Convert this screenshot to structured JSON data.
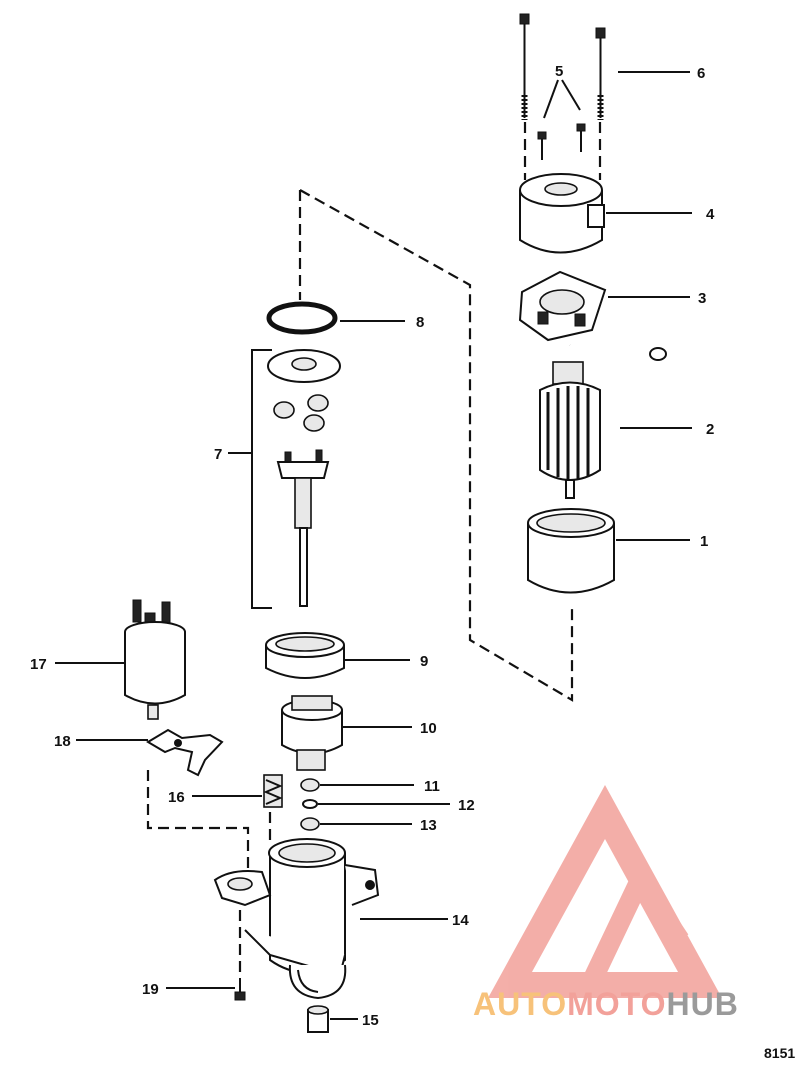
{
  "diagram": {
    "callouts": [
      {
        "id": "c1",
        "label": "1"
      },
      {
        "id": "c2",
        "label": "2"
      },
      {
        "id": "c3",
        "label": "3"
      },
      {
        "id": "c4",
        "label": "4"
      },
      {
        "id": "c5",
        "label": "5"
      },
      {
        "id": "c6",
        "label": "6"
      },
      {
        "id": "c7",
        "label": "7"
      },
      {
        "id": "c8",
        "label": "8"
      },
      {
        "id": "c9",
        "label": "9"
      },
      {
        "id": "c10",
        "label": "10"
      },
      {
        "id": "c11",
        "label": "11"
      },
      {
        "id": "c12",
        "label": "12"
      },
      {
        "id": "c13",
        "label": "13"
      },
      {
        "id": "c14",
        "label": "14"
      },
      {
        "id": "c15",
        "label": "15"
      },
      {
        "id": "c16",
        "label": "16"
      },
      {
        "id": "c17",
        "label": "17"
      },
      {
        "id": "c18",
        "label": "18"
      },
      {
        "id": "c19",
        "label": "19"
      }
    ],
    "figure_number": "8151"
  },
  "watermark": {
    "part1": "AUTO",
    "part2": "MOTO",
    "part3": "HUB",
    "colors": {
      "red": "#f2a19a",
      "orange": "#f7c27a",
      "gray": "#9a9a9a"
    }
  }
}
